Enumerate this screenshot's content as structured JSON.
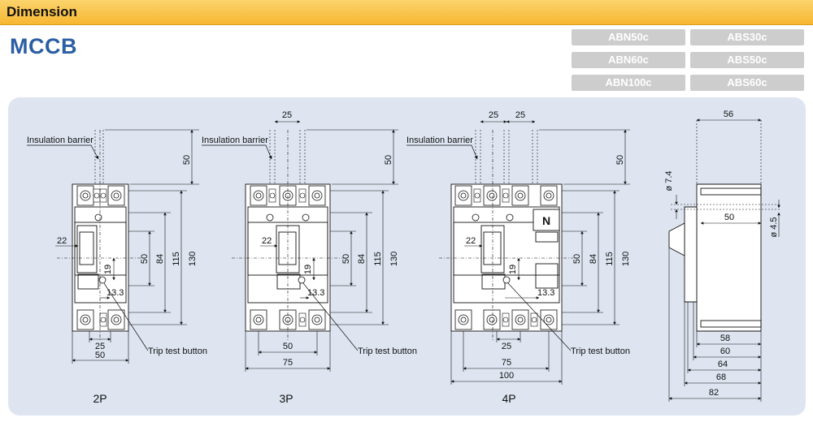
{
  "header": {
    "title": "Dimension"
  },
  "product": {
    "name": "MCCB"
  },
  "models": [
    [
      "ABN50c",
      "ABS30c"
    ],
    [
      "ABN60c",
      "ABS50c"
    ],
    [
      "ABN100c",
      "ABS60c"
    ]
  ],
  "diagram": {
    "annotations": {
      "insulation": "Insulation barrier",
      "trip": "Trip test button"
    },
    "views": [
      {
        "label": "2P"
      },
      {
        "label": "3P"
      },
      {
        "label": "4P"
      }
    ],
    "side": {
      "top_width": "56",
      "hole1": "ø 7.4",
      "hole2": "ø 4.5",
      "inner": "50",
      "d58": "58",
      "d60": "60",
      "d64": "64",
      "d68": "68",
      "d82": "82"
    },
    "common": {
      "pitch": "25",
      "d50_top": "50",
      "d50": "50",
      "d84": "84",
      "d115": "115",
      "d130": "130",
      "d22": "22",
      "d19": "19",
      "d13_3": "13.3",
      "n_mark": "N",
      "w2p": "50",
      "w3p_inner": "50",
      "w3p": "75",
      "w4p_inner": "75",
      "w4p": "100"
    }
  }
}
